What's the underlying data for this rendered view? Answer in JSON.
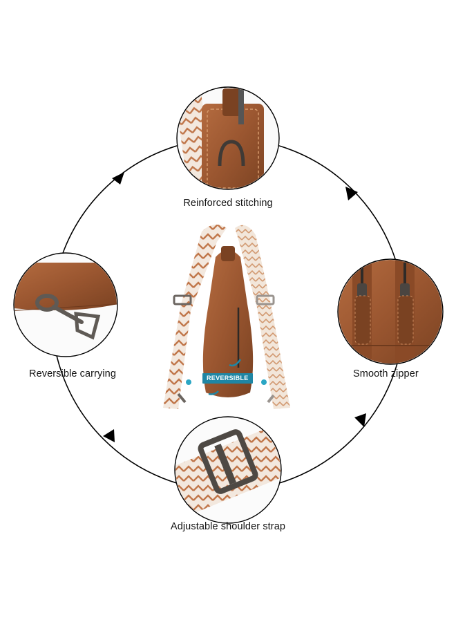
{
  "features": {
    "top": "Reinforced stitching",
    "left": "Reversible carrying",
    "right": "Smooth zipper",
    "bottom": "Adjustable shoulder strap"
  },
  "badge": "REVERSIBLE",
  "colors": {
    "leather": "#9a5630",
    "leather_dark": "#6e3a1d",
    "strap_pattern": "#c0764a",
    "badge": "#1f86a4",
    "accent": "#2ba6c4"
  },
  "icons": [
    "arrow-icon",
    "zipper-icon",
    "buckle-icon",
    "clasp-icon"
  ]
}
